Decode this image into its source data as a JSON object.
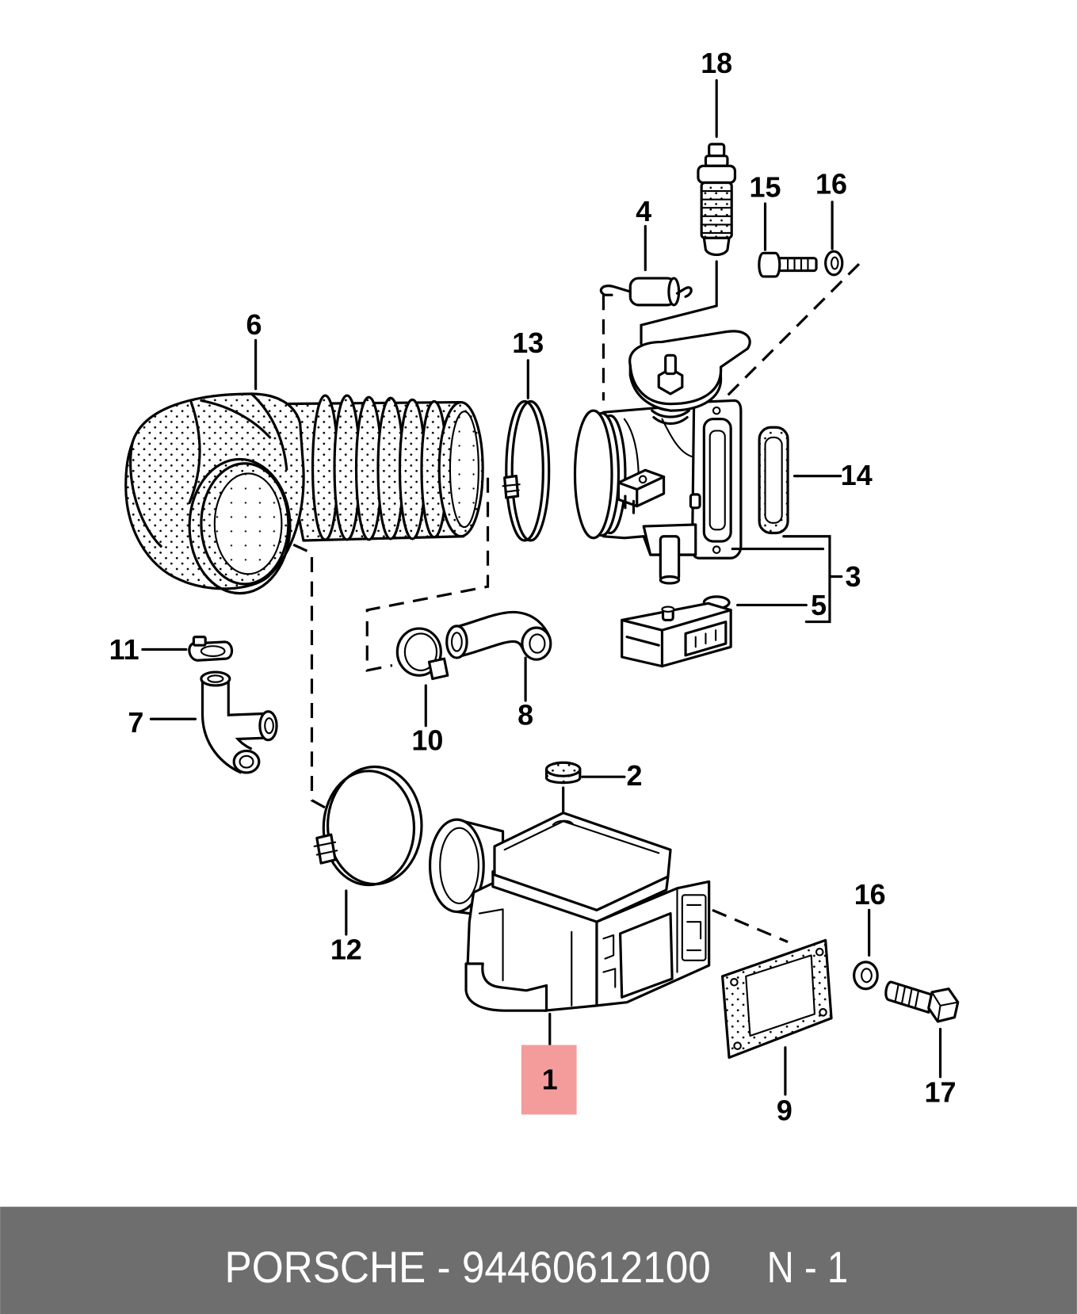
{
  "callouts": [
    "18",
    "15",
    "16",
    "4",
    "6",
    "13",
    "14",
    "3",
    "5",
    "11",
    "7",
    "10",
    "8",
    "2",
    "12",
    "16",
    "9",
    "17"
  ],
  "highlight": {
    "label": "1"
  },
  "footer": {
    "left": "PORSCHE - 94460612100",
    "right": "N - 1"
  },
  "colors": {
    "ink": "#000000",
    "background": "#ffffff",
    "footer_bg": "#6e6e6e",
    "footer_text": "#ffffff",
    "highlight": "#f49c9c"
  }
}
